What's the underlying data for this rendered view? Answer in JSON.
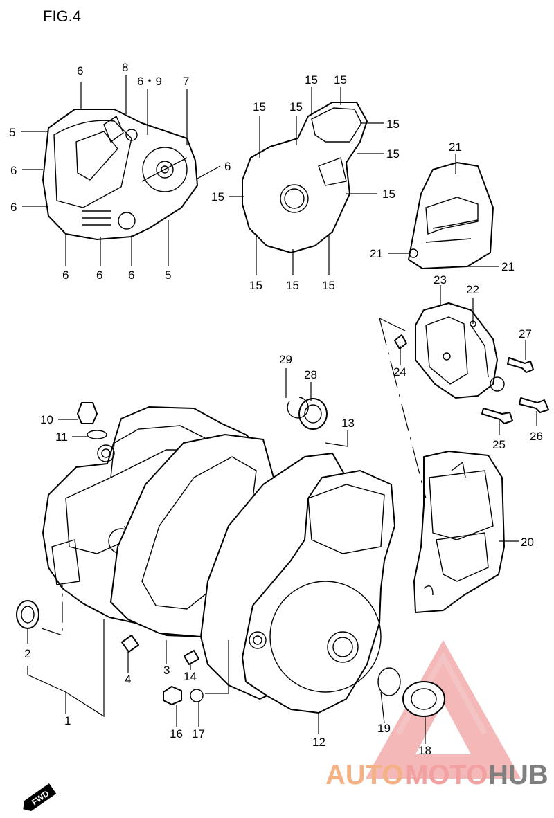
{
  "figure_title": "FIG.4",
  "callouts": [
    {
      "id": "c1",
      "text": "1"
    },
    {
      "id": "c2",
      "text": "2"
    },
    {
      "id": "c3",
      "text": "3"
    },
    {
      "id": "c4",
      "text": "4"
    },
    {
      "id": "c5a",
      "text": "5"
    },
    {
      "id": "c5b",
      "text": "5"
    },
    {
      "id": "c6a",
      "text": "6"
    },
    {
      "id": "c6b",
      "text": "6"
    },
    {
      "id": "c6c",
      "text": "6"
    },
    {
      "id": "c6d",
      "text": "6"
    },
    {
      "id": "c6e",
      "text": "6"
    },
    {
      "id": "c6f",
      "text": "6"
    },
    {
      "id": "c6g",
      "text": "6"
    },
    {
      "id": "c6-9",
      "text": "6・9"
    },
    {
      "id": "c7",
      "text": "7"
    },
    {
      "id": "c8",
      "text": "8"
    },
    {
      "id": "c10",
      "text": "10"
    },
    {
      "id": "c11",
      "text": "11"
    },
    {
      "id": "c12",
      "text": "12"
    },
    {
      "id": "c13",
      "text": "13"
    },
    {
      "id": "c14",
      "text": "14"
    },
    {
      "id": "c15a",
      "text": "15"
    },
    {
      "id": "c15b",
      "text": "15"
    },
    {
      "id": "c15c",
      "text": "15"
    },
    {
      "id": "c15d",
      "text": "15"
    },
    {
      "id": "c15e",
      "text": "15"
    },
    {
      "id": "c15f",
      "text": "15"
    },
    {
      "id": "c15g",
      "text": "15"
    },
    {
      "id": "c15h",
      "text": "15"
    },
    {
      "id": "c15i",
      "text": "15"
    },
    {
      "id": "c15j",
      "text": "15"
    },
    {
      "id": "c15k",
      "text": "15"
    },
    {
      "id": "c16",
      "text": "16"
    },
    {
      "id": "c17",
      "text": "17"
    },
    {
      "id": "c18",
      "text": "18"
    },
    {
      "id": "c19",
      "text": "19"
    },
    {
      "id": "c20",
      "text": "20"
    },
    {
      "id": "c21a",
      "text": "21"
    },
    {
      "id": "c21b",
      "text": "21"
    },
    {
      "id": "c21c",
      "text": "21"
    },
    {
      "id": "c22",
      "text": "22"
    },
    {
      "id": "c23",
      "text": "23"
    },
    {
      "id": "c24",
      "text": "24"
    },
    {
      "id": "c25",
      "text": "25"
    },
    {
      "id": "c26",
      "text": "26"
    },
    {
      "id": "c27",
      "text": "27"
    },
    {
      "id": "c28",
      "text": "28"
    },
    {
      "id": "c29",
      "text": "29"
    }
  ],
  "fwd_badge": "FWD",
  "watermark": {
    "part1": "AUTO",
    "part2": "MOTO",
    "part3": "HUB"
  },
  "colors": {
    "line": "#000000",
    "watermark_orange": "#f4b183",
    "watermark_red": "#f2a0a0",
    "watermark_gray": "#7f7f7f"
  }
}
